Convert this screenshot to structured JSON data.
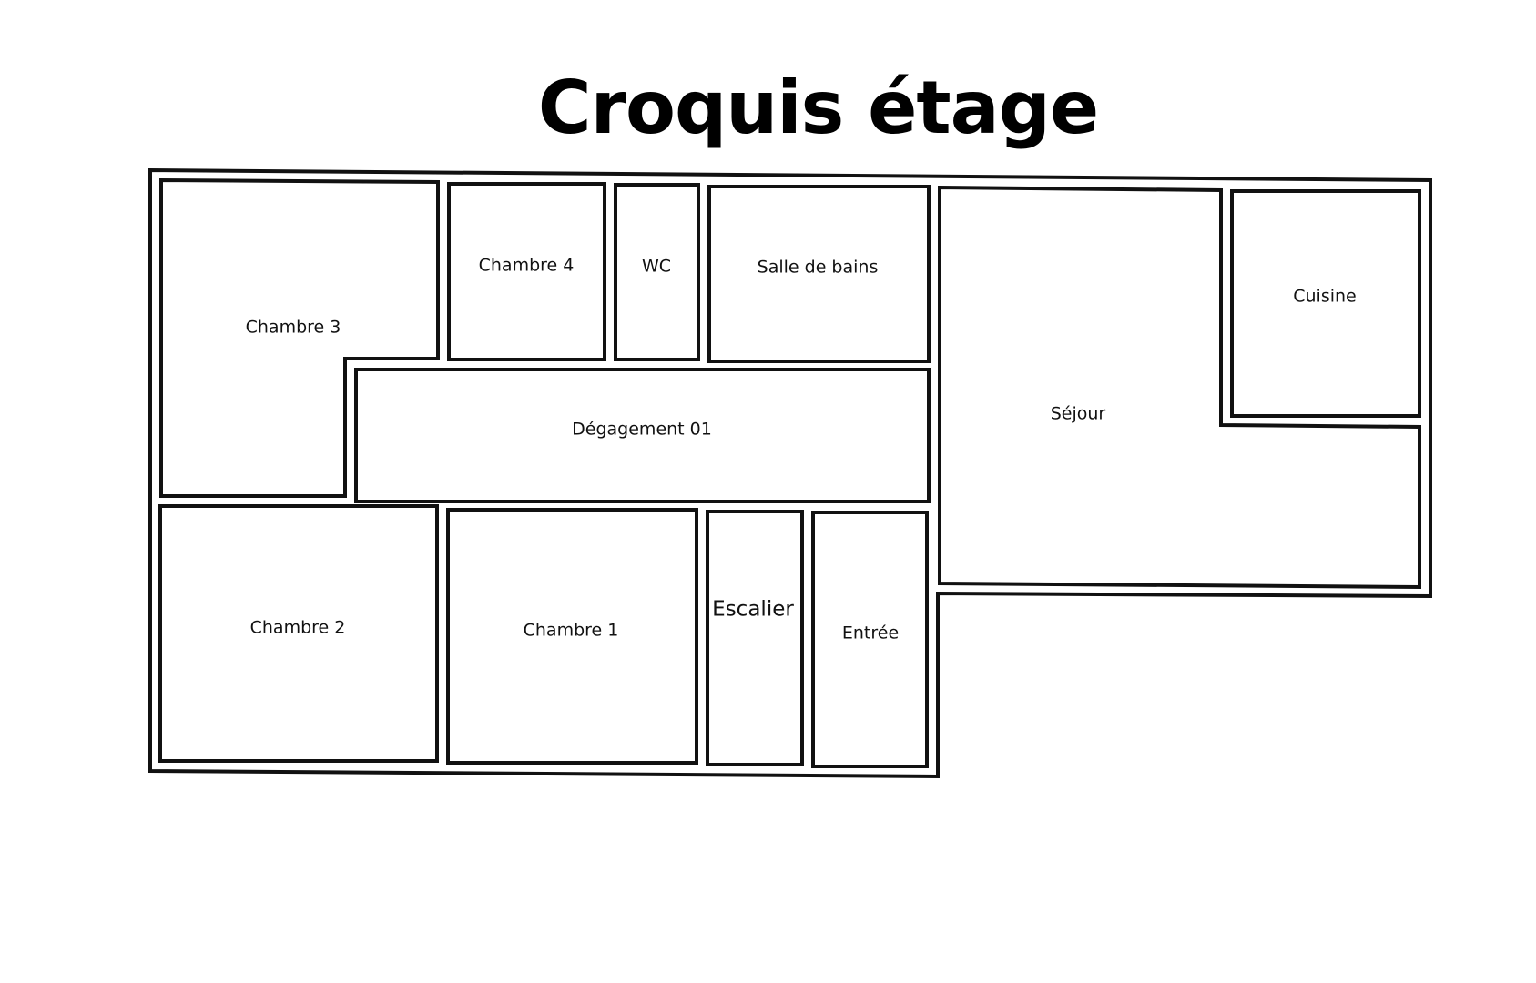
{
  "title": "Croquis étage",
  "rooms": {
    "chambre_3": "Chambre 3",
    "chambre_4": "Chambre 4",
    "wc": "WC",
    "salle_de_bains": "Salle de bains",
    "sejour": "Séjour",
    "cuisine": "Cuisine",
    "degagement": "Dégagement 01",
    "chambre_2": "Chambre 2",
    "chambre_1": "Chambre 1",
    "escalier": "Escalier",
    "entree": "Entrée"
  }
}
